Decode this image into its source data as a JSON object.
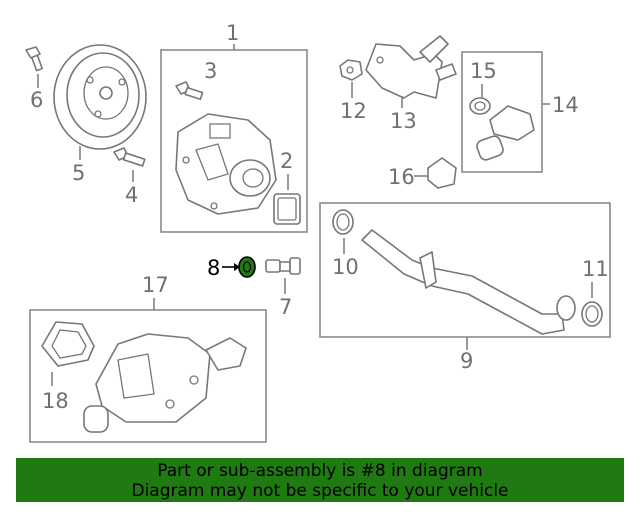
{
  "callouts": {
    "c1": "1",
    "c2": "2",
    "c3": "3",
    "c4": "4",
    "c5": "5",
    "c6": "6",
    "c7": "7",
    "c8": "8",
    "c9": "9",
    "c10": "10",
    "c11": "11",
    "c12": "12",
    "c13": "13",
    "c14": "14",
    "c15": "15",
    "c16": "16",
    "c17": "17",
    "c18": "18"
  },
  "highlight": {
    "part_number": "8",
    "color": "#1f7a12"
  },
  "banner": {
    "line1": "Part or sub-assembly is #8 in diagram",
    "line2": "Diagram may not be specific to your vehicle",
    "background": "#1f7a12"
  }
}
